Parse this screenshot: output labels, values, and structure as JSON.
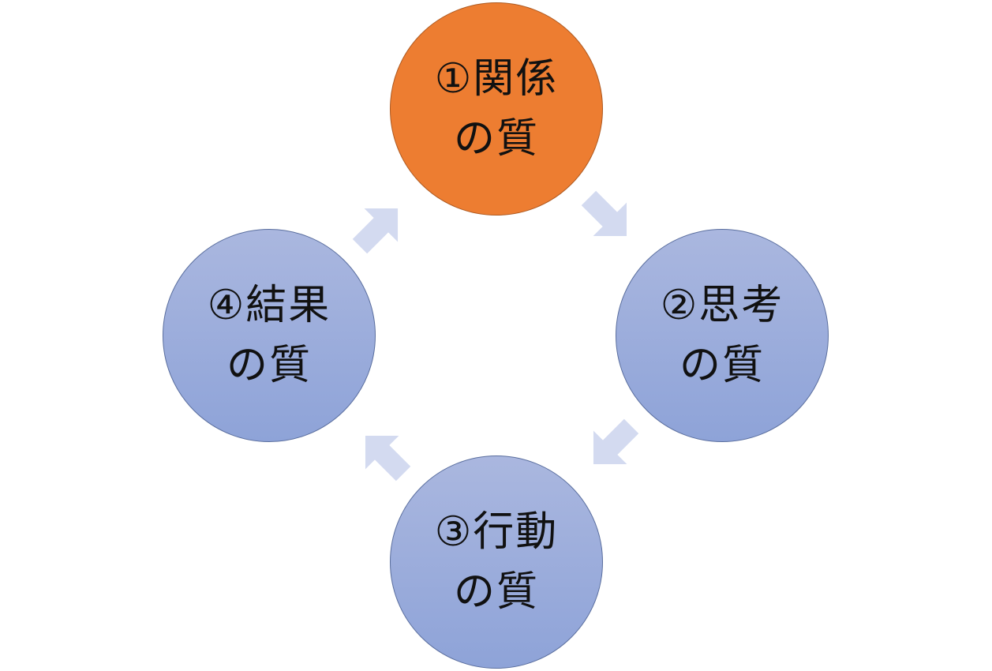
{
  "cycle": {
    "nodes": [
      {
        "line1": "①関係",
        "line2": "の質",
        "fill": "#ed7d31",
        "highlighted": true
      },
      {
        "line1": "②思考",
        "line2": "の質",
        "fill": "#98a9db",
        "highlighted": false
      },
      {
        "line1": "③行動",
        "line2": "の質",
        "fill": "#98a9db",
        "highlighted": false
      },
      {
        "line1": "④結果",
        "line2": "の質",
        "fill": "#98a9db",
        "highlighted": false
      }
    ],
    "arrows": [
      {
        "from": "①関係の質",
        "to": "②思考の質"
      },
      {
        "from": "②思考の質",
        "to": "③行動の質"
      },
      {
        "from": "③行動の質",
        "to": "④結果の質"
      },
      {
        "from": "④結果の質",
        "to": "①関係の質"
      }
    ],
    "arrow_color": "#d3daf0"
  }
}
